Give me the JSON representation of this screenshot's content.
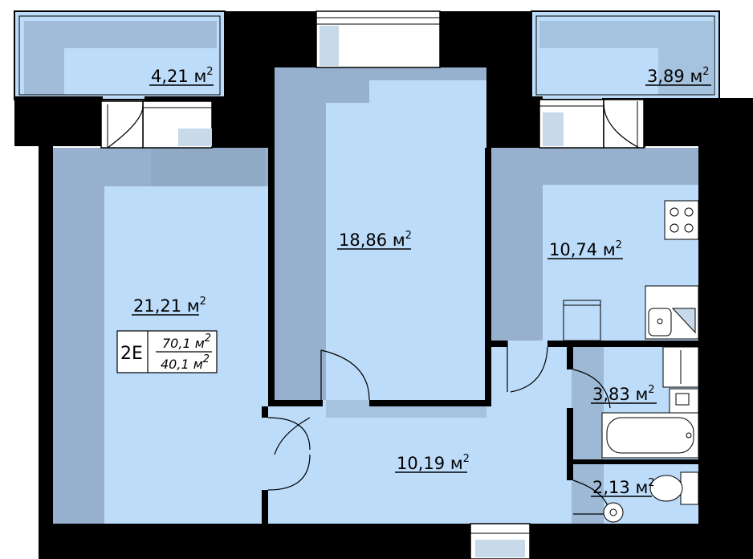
{
  "plan": {
    "colors": {
      "room": "#bcdcfa",
      "shadow": "#8aa2bd",
      "wall": "#000000",
      "window": "#ffffff",
      "fixture": "#c8d9ea"
    },
    "unit": "м",
    "rooms": [
      {
        "id": "balcony-left",
        "area": "4,21"
      },
      {
        "id": "balcony-right",
        "area": "3,89"
      },
      {
        "id": "bedroom",
        "area": "18,86"
      },
      {
        "id": "kitchen",
        "area": "10,74"
      },
      {
        "id": "living-room",
        "area": "21,21"
      },
      {
        "id": "hallway",
        "area": "10,19"
      },
      {
        "id": "bathroom",
        "area": "3,83"
      },
      {
        "id": "toilet",
        "area": "2,13"
      }
    ],
    "badge": {
      "code": "2E",
      "total_area": "70,1",
      "living_area": "40,1"
    }
  }
}
